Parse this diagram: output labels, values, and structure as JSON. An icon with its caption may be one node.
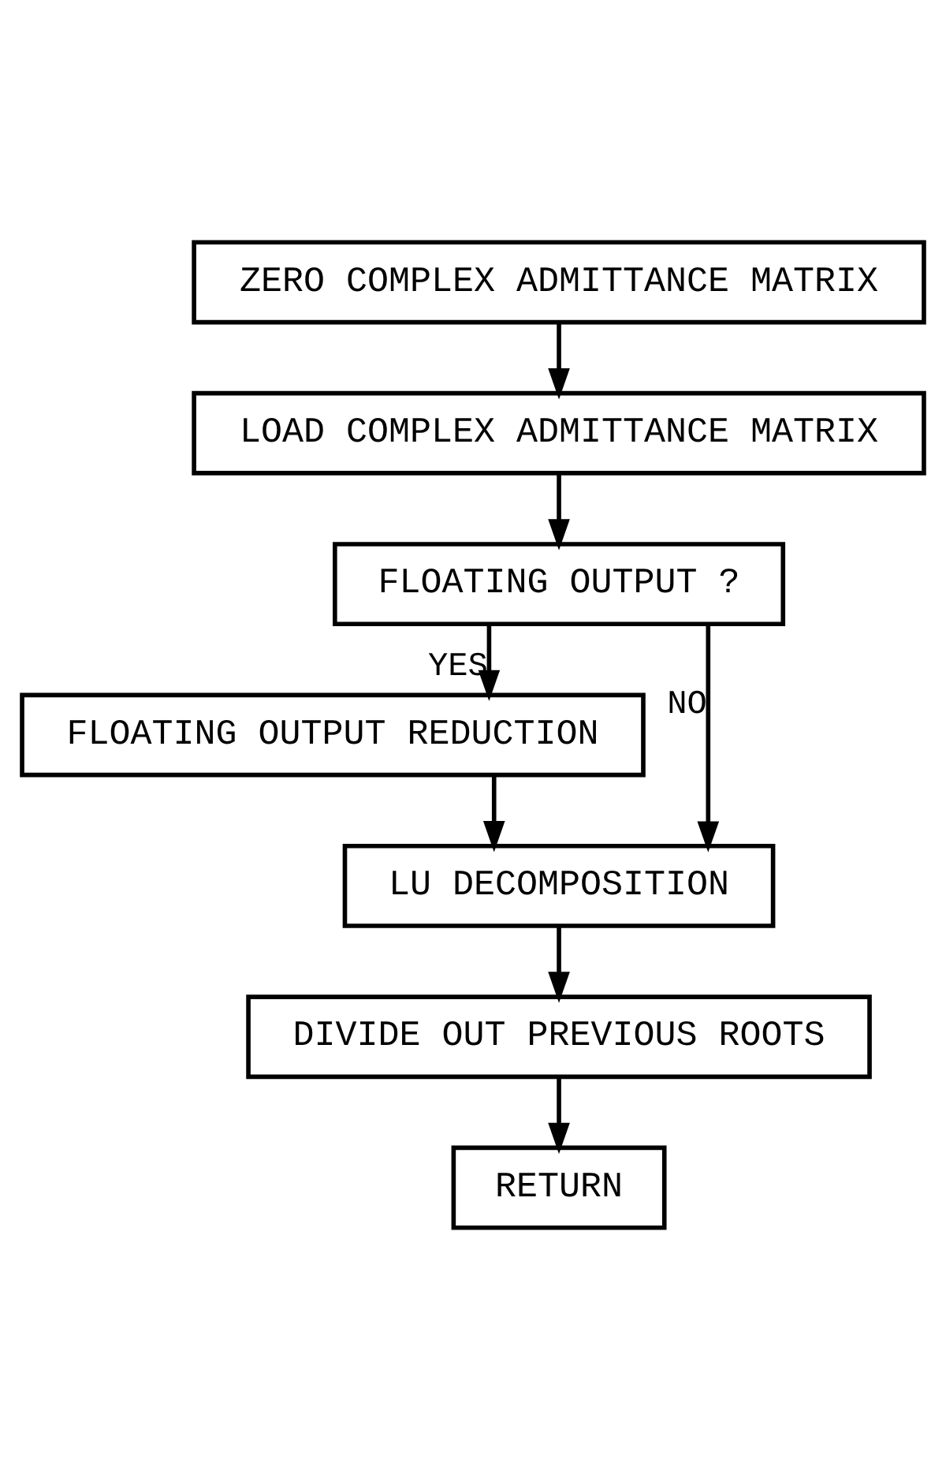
{
  "diagram": {
    "nodes": [
      {
        "text": [
          "ZERO COMPLEX ADMITTANCE MATRIX"
        ]
      },
      {
        "text": [
          "LOAD COMPLEX ADMITTANCE MATRIX"
        ]
      },
      {
        "text": [
          "FLOATING OUTPUT ?"
        ]
      },
      {
        "text": [
          "FLOATING OUTPUT REDUCTION"
        ]
      },
      {
        "text": [
          "LU DECOMPOSITION"
        ]
      },
      {
        "text": [
          "DIVIDE OUT PREVIOUS ROOTS"
        ]
      },
      {
        "text": [
          "RETURN"
        ]
      }
    ],
    "edges": [
      {
        "from": 0,
        "to": 1,
        "arrow": "to"
      },
      {
        "from": 1,
        "to": 2,
        "arrow": "to"
      },
      {
        "from": 2,
        "to": 3,
        "arrow": "to",
        "label": "YES"
      },
      {
        "from": 2,
        "to": 4,
        "arrow": "to",
        "label": "NO"
      },
      {
        "from": 3,
        "to": 4,
        "arrow": "to"
      },
      {
        "from": 4,
        "to": 5,
        "arrow": "to"
      },
      {
        "from": 5,
        "to": 6,
        "arrow": "to"
      }
    ]
  }
}
